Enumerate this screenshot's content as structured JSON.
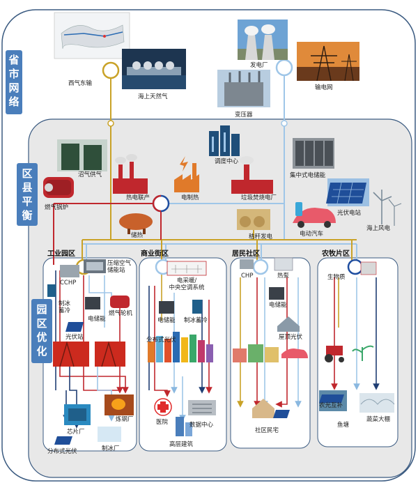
{
  "layers": {
    "province": "省市网络层",
    "county": "区县平衡层",
    "park": "园区优化层"
  },
  "province_labels": {
    "west_east_gas": "西气东输",
    "offshore_gas": "海上天然气",
    "power_plant": "发电厂",
    "grid": "输电网",
    "transformer": "变压器"
  },
  "county_labels": {
    "dispatch": "调度中心",
    "biogas": "沼气供气",
    "gas_boiler": "燃气锅炉",
    "chp": "热电联产",
    "elec_heat": "电制热",
    "waste_plant": "垃圾焚烧电厂",
    "central_storage": "集中式电储能",
    "pv_station": "光伏电站",
    "offshore_wind": "海上风电",
    "heat_storage": "储热",
    "straw_power": "秸秆发电",
    "ev": "电动汽车"
  },
  "parks": {
    "industrial": {
      "title": "工业园区",
      "ccap": "压缩空气储能站",
      "cchp": "CCHP",
      "ice_storage": "制冰蓄冷",
      "gas_turbine": "燃气轮机",
      "elec_storage": "电储能",
      "pv_station": "光伏站",
      "chip_factory": "芯片厂",
      "steel_plant": "炼钢厂",
      "distributed_pv": "分布式光伏",
      "ice_factory": "制冰厂"
    },
    "commercial": {
      "title": "商业街区",
      "hvac": "电采暖/中央空调系统",
      "elec_storage": "电储能",
      "ice_storage": "制冰蓄冷",
      "distributed_pv": "分布式光伏",
      "hospital": "医院",
      "data_center": "数据中心",
      "high_rise": "高层建筑"
    },
    "residential": {
      "title": "居民社区",
      "chp": "CHP",
      "heat_pump": "热泵",
      "elec_storage": "电储能",
      "roof_pv": "屋顶光伏",
      "community": "社区民宅"
    },
    "agri": {
      "title": "农牧片区",
      "biomass": "生物质",
      "pv_fish": "农光互补",
      "fish_pond": "鱼塘",
      "greenhouse": "蔬菜大棚"
    }
  },
  "colors": {
    "gas": "#c9a227",
    "elec": "#9fc6e8",
    "heat": "#c0272d",
    "cold": "#1f3e73",
    "layer_bg": "#4a7ebb",
    "frame": "#3a5a80"
  }
}
